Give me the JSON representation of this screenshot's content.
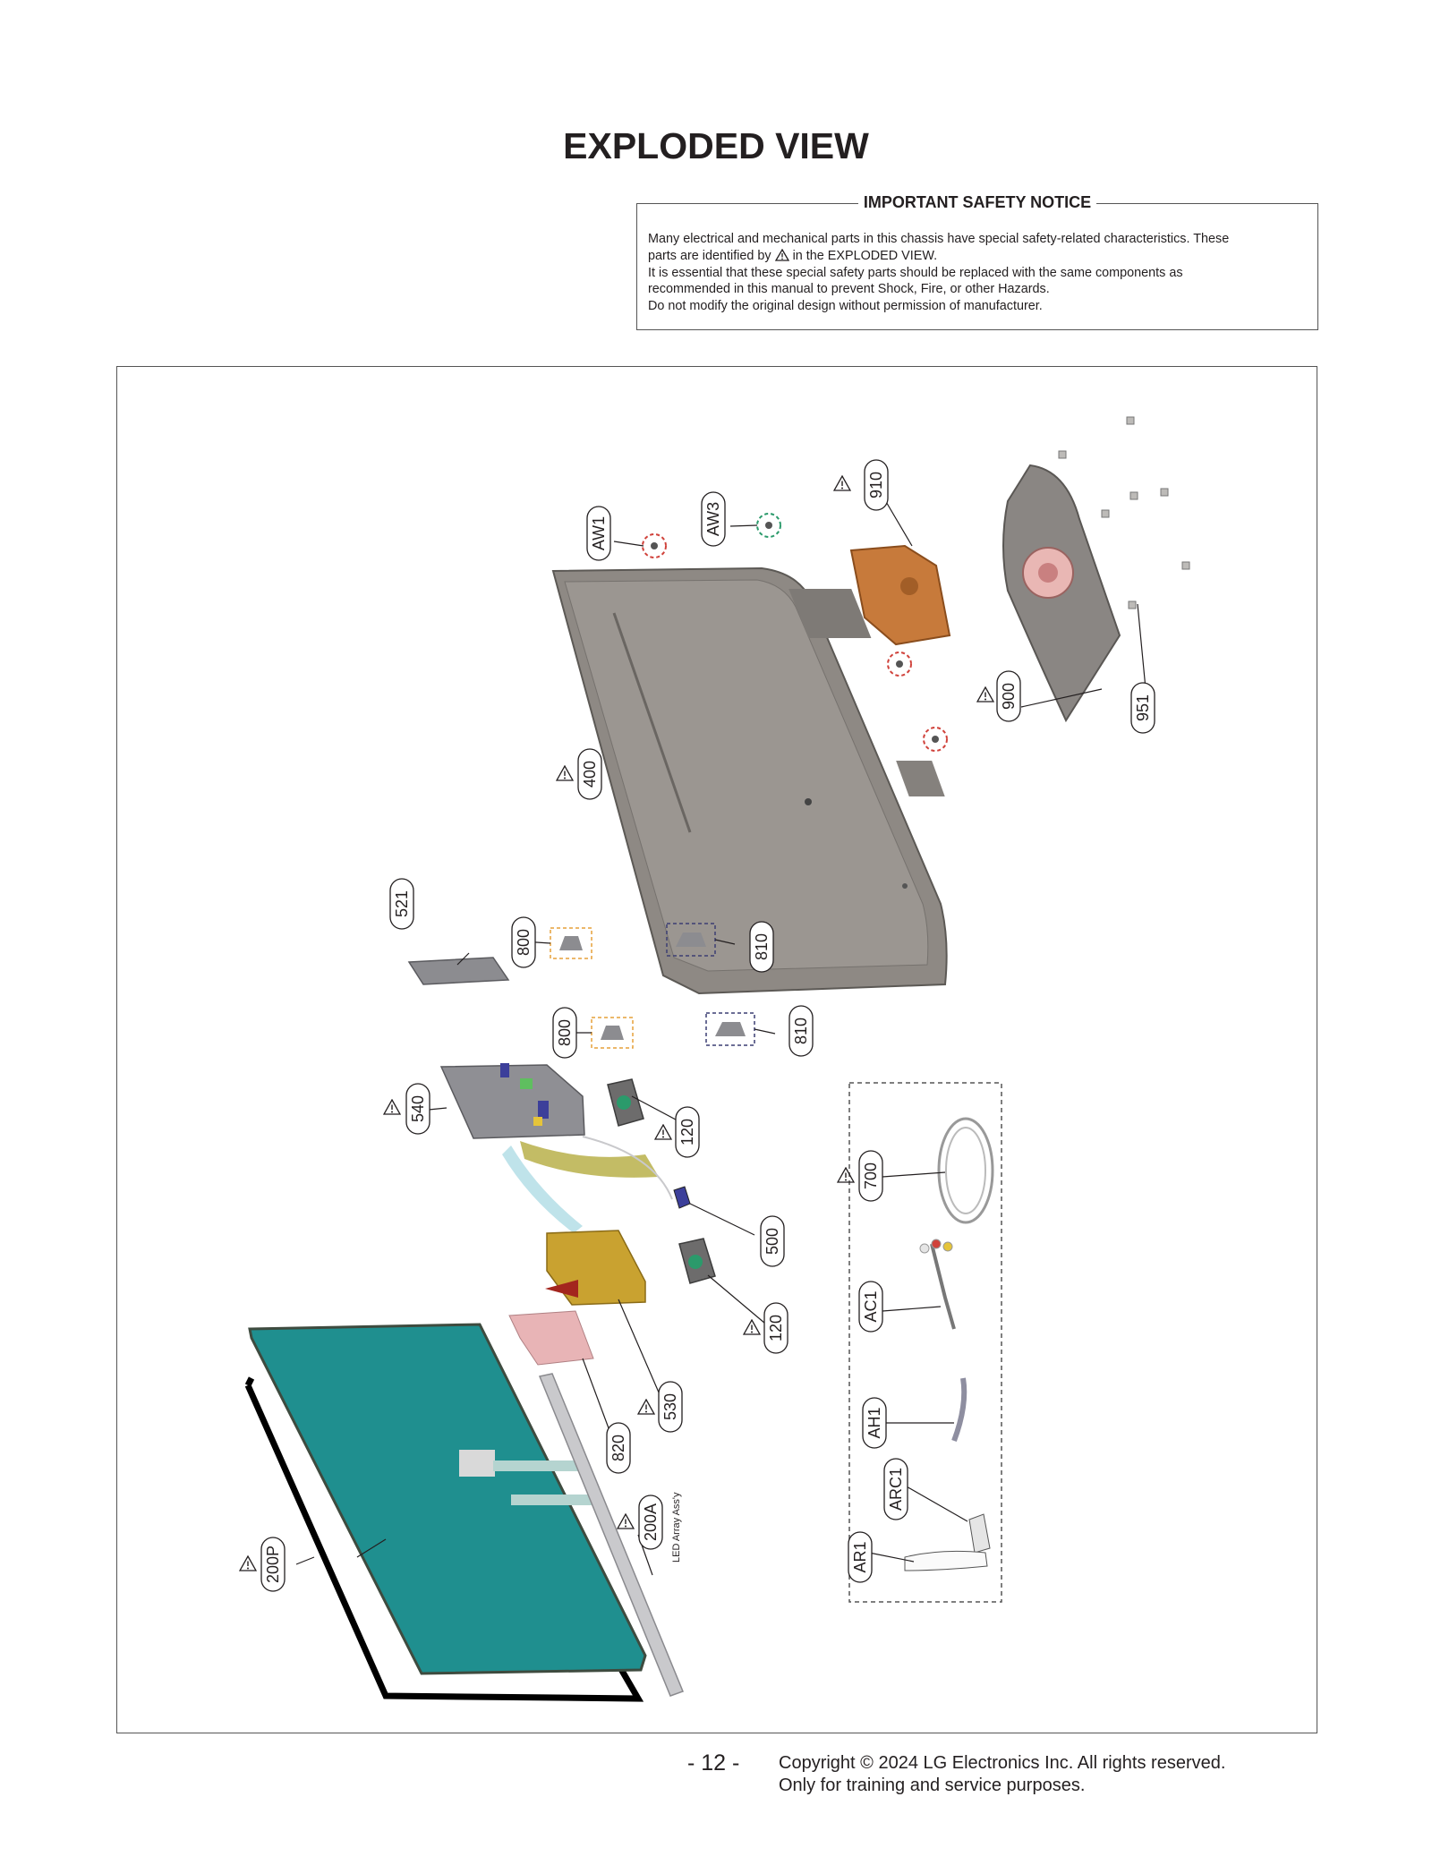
{
  "page": {
    "title": "EXPLODED VIEW",
    "page_number": "- 12 -",
    "copyright_line1": "Copyright © 2024 LG Electronics Inc. All rights reserved.",
    "copyright_line2": "Only for training and service purposes."
  },
  "notice": {
    "title": "IMPORTANT SAFETY NOTICE",
    "line1": "Many electrical and mechanical parts in this chassis have special safety-related characteristics. These",
    "line2_before": "parts are identified by",
    "line2_after": "in the EXPLODED VIEW.",
    "line3": "It is essential that these special safety parts should be replaced with the same components as",
    "line4": "recommended in this manual to prevent Shock, Fire, or other Hazards.",
    "line5": "Do not modify the original design without permission of manufacturer."
  },
  "parts": {
    "p910": "910",
    "p900": "900",
    "p951": "951",
    "pAW1": "AW1",
    "pAW3": "AW3",
    "p400": "400",
    "p521": "521",
    "p800a": "800",
    "p810a": "810",
    "p800b": "800",
    "p810b": "810",
    "p540": "540",
    "p120a": "120",
    "p500": "500",
    "p120b": "120",
    "p530": "530",
    "p820": "820",
    "p200A": "200A",
    "p200P": "200P",
    "p700": "700",
    "pAC1": "AC1",
    "pAH1": "AH1",
    "pARC1": "ARC1",
    "pAR1": "AR1",
    "led_assy": "LED Array Ass'y"
  },
  "colors": {
    "line": "#231f20",
    "back_cover": "#8e8984",
    "stand_body": "#8a8683",
    "stand_base": "#c77a3b",
    "panel": "#1f8f8f",
    "power_board": "#c9a230",
    "pad": "#e8b4b6",
    "ffc": "#b8b04a",
    "lvds": "#bfe3ea",
    "screw_red": "#d0423b",
    "screw_green": "#2b9a6b",
    "clip_orange": "#e5a03a",
    "clip_navy": "#3c3f73"
  }
}
